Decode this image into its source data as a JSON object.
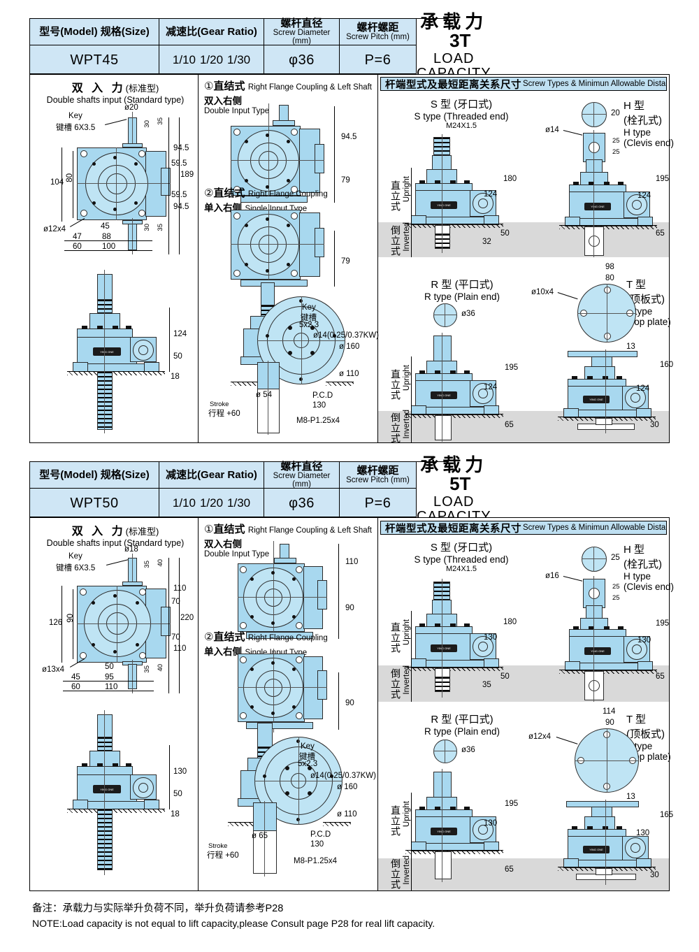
{
  "sections": [
    {
      "id": "wpt45",
      "table": {
        "headers": [
          {
            "cn": "型号(Model) 规格(Size)",
            "en": ""
          },
          {
            "cn": "减速比(Gear Ratio)",
            "en": ""
          },
          {
            "cn": "螺杆直径",
            "en": "Screw Diameter (mm)"
          },
          {
            "cn": "螺杆螺距",
            "en": "Screw Pitch (mm)"
          }
        ],
        "model": "WPT45",
        "ratios": [
          "1/10",
          "1/20",
          "1/30"
        ],
        "screw_diameter": "φ36",
        "screw_pitch": "P=6",
        "load_cn": "承载力",
        "load_tons": "3T",
        "load_en": "LOAD CAPACITY"
      },
      "panel_left": {
        "title_cn": "双 入 力",
        "title_cn_sub": "(标准型)",
        "title_en": "Double shafts input (Standard type)",
        "key_en": "Key",
        "key_cn": "键槽 6X3.5",
        "dims": {
          "shaft_dia": "ø20",
          "d30a": "30",
          "d35a": "35",
          "d94_5a": "94.5",
          "d59_5a": "59.5",
          "d189": "189",
          "d59_5b": "59.5",
          "d94_5b": "94.5",
          "d30b": "30",
          "d35b": "35",
          "d80": "80",
          "d104": "104",
          "hole": "ø12x4",
          "d45": "45",
          "d47": "47",
          "d88": "88",
          "d60": "60",
          "d100": "100",
          "v124": "124",
          "v50": "50",
          "v18": "18"
        }
      },
      "panel_mid": {
        "item1_num": "①",
        "item1_cn": "直结式",
        "item1_en": "Right Flange Coupling & Left Shaft",
        "item1_cn2": "双入右侧",
        "item1_en2": "Double Input Type",
        "item1_dim_a": "94.5",
        "item1_dim_b": "79",
        "item2_num": "②",
        "item2_cn": "直结式",
        "item2_en": "Right Flange Coupling",
        "item2_cn2": "单入右侧",
        "item2_en2": "Single Input Type",
        "item2_dim_b": "79",
        "key_en": "Key",
        "key_cn": "键槽",
        "key_val": "5x2.3",
        "motor_dia": "ø14(0.25/0.37KW)",
        "flange_od": "ø 160",
        "flange_id": "ø 110",
        "pcd_lbl": "P.C.D",
        "pcd_val": "130",
        "bolts": "M8-P1.25x4",
        "screw_dia": "ø 54",
        "stroke_en": "Stroke",
        "stroke_cn": "行程 +60"
      },
      "panel_right": {
        "banner_cn": "杆端型式及最短距离关系尺寸",
        "banner_en": "Screw Types & Minimun Allowable Distance",
        "upright_cn": "直立式",
        "upright_en": "Upright",
        "inverted_cn": "倒立式",
        "inverted_en": "Inverted",
        "types": [
          {
            "key": "S",
            "title_cn": "S 型 (牙口式)",
            "title_en": "S type (Threaded end)",
            "spec": "M24X1.5",
            "dims": {
              "h_total": "180",
              "h_mid": "124",
              "h_base": "50",
              "h_inv": "32"
            }
          },
          {
            "key": "H",
            "title_cn_1": "H 型",
            "title_cn_2": "(栓孔式)",
            "title_en_1": "H type",
            "title_en_2": "(Clevis end)",
            "dims": {
              "top_w": "20",
              "pin": "ø14",
              "a25": "25",
              "b25": "25",
              "h_total": "195",
              "h_mid": "124",
              "h_inv": "65"
            }
          },
          {
            "key": "R",
            "title_cn": "R 型 (平口式)",
            "title_en": "R type (Plain end)",
            "dims": {
              "dia": "ø36",
              "h_total": "195",
              "h_mid": "124",
              "h_inv": "65"
            }
          },
          {
            "key": "T",
            "title_cn_1": "T 型",
            "title_cn_2": "(顶板式)",
            "title_en_1": "T type",
            "title_en_2": "(Top plate)",
            "dims": {
              "plate_od": "98",
              "pcd": "80",
              "holes": "ø10x4",
              "thk": "13",
              "h_total": "160",
              "h_mid": "124",
              "h_inv": "30"
            }
          }
        ]
      }
    },
    {
      "id": "wpt50",
      "table": {
        "headers": [
          {
            "cn": "型号(Model) 规格(Size)",
            "en": ""
          },
          {
            "cn": "减速比(Gear Ratio)",
            "en": ""
          },
          {
            "cn": "螺杆直径",
            "en": "Screw Diameter (mm)"
          },
          {
            "cn": "螺杆螺距",
            "en": "Screw Pitch (mm)"
          }
        ],
        "model": "WPT50",
        "ratios": [
          "1/10",
          "1/20",
          "1/30"
        ],
        "screw_diameter": "φ36",
        "screw_pitch": "P=6",
        "load_cn": "承载力",
        "load_tons": "5T",
        "load_en": "LOAD CAPACITY"
      },
      "panel_left": {
        "title_cn": "双 入 力",
        "title_cn_sub": "(标准型)",
        "title_en": "Double shafts input (Standard type)",
        "key_en": "Key",
        "key_cn": "键槽 6X3.5",
        "dims": {
          "shaft_dia": "ø18",
          "d35a": "35",
          "d40a": "40",
          "d110a": "110",
          "d70a": "70",
          "d220": "220",
          "d70b": "70",
          "d110b": "110",
          "d35b": "35",
          "d40b": "40",
          "d90": "90",
          "d126": "126",
          "hole": "ø13x4",
          "d50": "50",
          "d45": "45",
          "d95": "95",
          "d60": "60",
          "d110": "110",
          "v130": "130",
          "v50": "50",
          "v18": "18"
        }
      },
      "panel_mid": {
        "item1_num": "①",
        "item1_cn": "直结式",
        "item1_en": "Right Flange Coupling & Left Shaft",
        "item1_cn2": "双入右侧",
        "item1_en2": "Double Input Type",
        "item1_dim_a": "110",
        "item1_dim_b": "90",
        "item2_num": "②",
        "item2_cn": "直结式",
        "item2_en": "Right Flange Coupling",
        "item2_cn2": "单入右侧",
        "item2_en2": "Single Input Type",
        "item2_dim_b": "90",
        "key_en": "Key",
        "key_cn": "键槽",
        "key_val": "5x2.3",
        "motor_dia": "ø14(0.25/0.37KW)",
        "flange_od": "ø 160",
        "flange_id": "ø 110",
        "pcd_lbl": "P.C.D",
        "pcd_val": "130",
        "bolts": "M8-P1.25x4",
        "screw_dia": "ø 65",
        "stroke_en": "Stroke",
        "stroke_cn": "行程 +60"
      },
      "panel_right": {
        "banner_cn": "杆端型式及最短距离关系尺寸",
        "banner_en": "Screw Types & Minimun Allowable Distance",
        "upright_cn": "直立式",
        "upright_en": "Upright",
        "inverted_cn": "倒立式",
        "inverted_en": "Inverted",
        "types": [
          {
            "key": "S",
            "title_cn": "S 型 (牙口式)",
            "title_en": "S type (Threaded end)",
            "spec": "M24X1.5",
            "dims": {
              "h_total": "180",
              "h_mid": "130",
              "h_base": "50",
              "h_inv": "35"
            }
          },
          {
            "key": "H",
            "title_cn_1": "H 型",
            "title_cn_2": "(栓孔式)",
            "title_en_1": "H type",
            "title_en_2": "(Clevis end)",
            "dims": {
              "top_w": "25",
              "pin": "ø16",
              "a25": "25",
              "b25": "25",
              "h_total": "195",
              "h_mid": "130",
              "h_inv": "65"
            }
          },
          {
            "key": "R",
            "title_cn": "R 型 (平口式)",
            "title_en": "R type (Plain end)",
            "dims": {
              "dia": "ø36",
              "h_total": "195",
              "h_mid": "130",
              "h_inv": "65"
            }
          },
          {
            "key": "T",
            "title_cn_1": "T 型",
            "title_cn_2": "(顶板式)",
            "title_en_1": "T type",
            "title_en_2": "(Top plate)",
            "dims": {
              "plate_od": "114",
              "pcd": "90",
              "holes": "ø12x4",
              "thk": "13",
              "h_total": "165",
              "h_mid": "130",
              "h_inv": "30"
            }
          }
        ]
      }
    }
  ],
  "footer": {
    "note_cn": "备注：承载力与实际举升负荷不同，举升负荷请参考P28",
    "note_en": "NOTE:Load capacity is not equal to lift capacity,please Consult page P28 for real lift capacity."
  },
  "colors": {
    "part_fill": "#a8d8ef",
    "header_fill": "#cfe6f5",
    "banner_fill": "#bfe0f2",
    "inverted_band": "#d9d9d9"
  }
}
